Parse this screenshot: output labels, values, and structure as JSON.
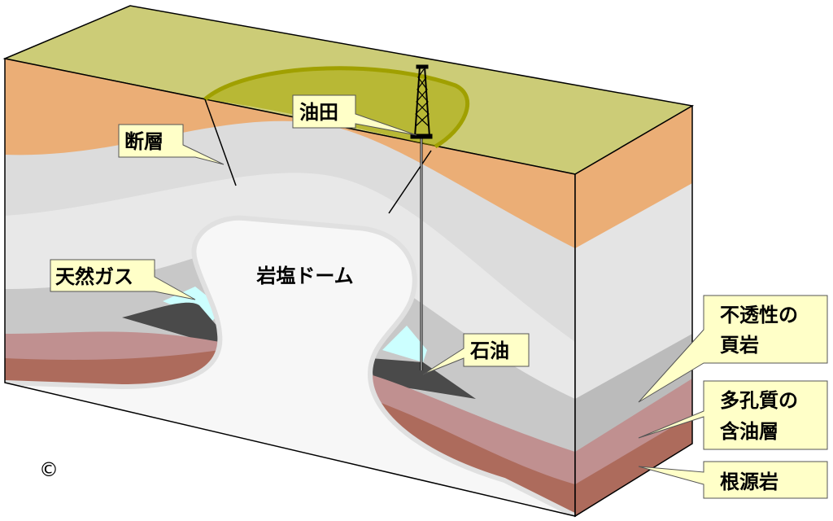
{
  "labels": {
    "oil_field": "油田",
    "fault": "断層",
    "natural_gas": "天然ガス",
    "salt_dome": "岩塩ドーム",
    "oil": "石油",
    "shale_line1": "不透性の",
    "shale_line2": "頁岩",
    "reservoir_line1": "多孔質の",
    "reservoir_line2": "含油層",
    "source_rock": "根源岩",
    "copyright": "©"
  },
  "colors": {
    "surface": "#cccc77",
    "orange_layer": "#ebae76",
    "shale": "#dedede",
    "gray_layer": "#c4c4c4",
    "reservoir": "#c09090",
    "source_rock": "#ad6b5c",
    "oil": "#4a4a4a",
    "gas": "#ccffff",
    "callout": "#ffffc8"
  }
}
